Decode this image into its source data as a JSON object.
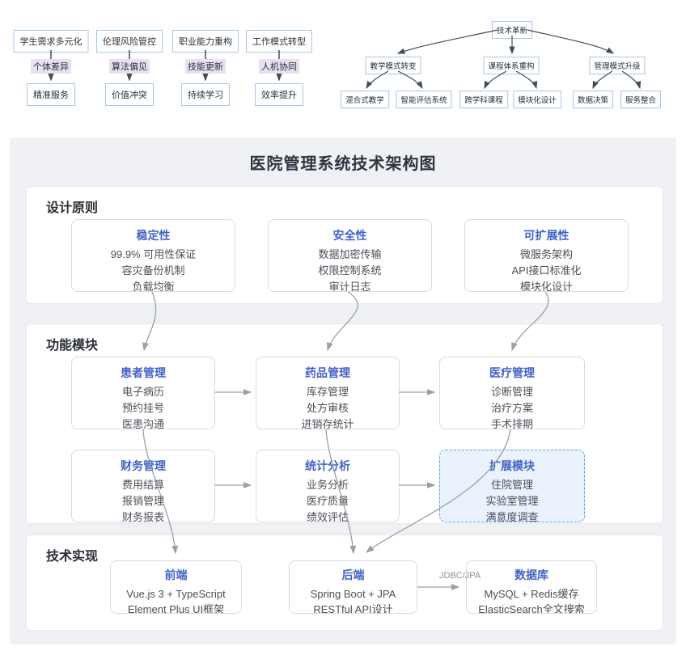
{
  "mini_flows": [
    {
      "top": "学生需求多元化",
      "edge": "个体差异",
      "bottom": "精准服务"
    },
    {
      "top": "伦理风险管控",
      "edge": "算法偏见",
      "bottom": "价值冲突"
    },
    {
      "top": "职业能力重构",
      "edge": "技能更新",
      "bottom": "持续学习"
    },
    {
      "top": "工作模式转型",
      "edge": "人机协同",
      "bottom": "效率提升"
    }
  ],
  "tree": {
    "root": "技术革新",
    "branches": [
      {
        "label": "教学模式转变",
        "children": [
          "混合式教学",
          "智能评估系统"
        ]
      },
      {
        "label": "课程体系重构",
        "children": [
          "跨学科课程",
          "模块化设计"
        ]
      },
      {
        "label": "管理模式升级",
        "children": [
          "数据决策",
          "服务整合"
        ]
      }
    ]
  },
  "architecture": {
    "title": "医院管理系统技术架构图",
    "sections": [
      {
        "title": "设计原则",
        "cards": [
          {
            "title": "稳定性",
            "lines": [
              "99.9% 可用性保证",
              "容灾备份机制",
              "负载均衡"
            ]
          },
          {
            "title": "安全性",
            "lines": [
              "数据加密传输",
              "权限控制系统",
              "审计日志"
            ]
          },
          {
            "title": "可扩展性",
            "lines": [
              "微服务架构",
              "API接口标准化",
              "模块化设计"
            ]
          }
        ]
      },
      {
        "title": "功能模块",
        "cards": [
          {
            "title": "患者管理",
            "lines": [
              "电子病历",
              "预约挂号",
              "医患沟通"
            ]
          },
          {
            "title": "药品管理",
            "lines": [
              "库存管理",
              "处方审核",
              "进销存统计"
            ]
          },
          {
            "title": "医疗管理",
            "lines": [
              "诊断管理",
              "治疗方案",
              "手术排期"
            ]
          },
          {
            "title": "财务管理",
            "lines": [
              "费用结算",
              "报销管理",
              "财务报表"
            ]
          },
          {
            "title": "统计分析",
            "lines": [
              "业务分析",
              "医疗质量",
              "绩效评估"
            ]
          },
          {
            "title": "扩展模块",
            "lines": [
              "住院管理",
              "实验室管理",
              "满意度调查"
            ]
          }
        ]
      },
      {
        "title": "技术实现",
        "cards": [
          {
            "title": "前端",
            "lines": [
              "Vue.js 3 + TypeScript",
              "Element Plus UI框架"
            ]
          },
          {
            "title": "后端",
            "lines": [
              "Spring Boot + JPA",
              "RESTful API设计"
            ]
          },
          {
            "title": "数据库",
            "lines": [
              "MySQL + Redis缓存",
              "ElasticSearch全文搜索"
            ]
          }
        ]
      }
    ],
    "edge_label_jdbc": "JDBC/JPA"
  },
  "colors": {
    "accent_blue": "#4263c7",
    "node_border_blue": "#a5c7e9",
    "edge_label_lavender": "#e7dff2",
    "extension_bg": "#e9f2fd",
    "extension_border": "#5e9ce0",
    "canvas_gray": "#f0f1f5",
    "arrow_gray": "#9aa0a8",
    "arrow_dark": "#454b57"
  }
}
